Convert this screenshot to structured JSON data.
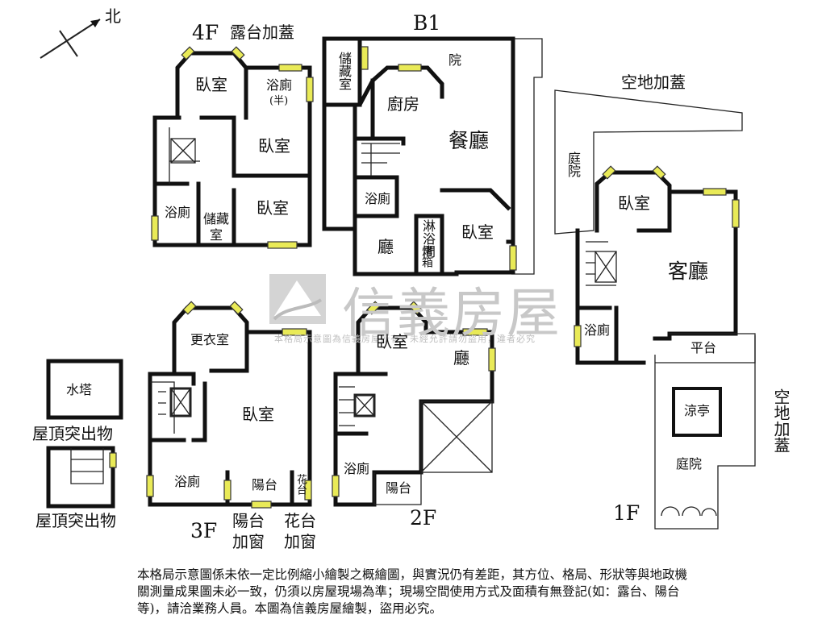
{
  "compass": {
    "label": "北"
  },
  "floors": {
    "f4": {
      "title": "4F",
      "terrace_note": "露台加蓋",
      "rooms": {
        "bed_a": "臥室",
        "bath_half": "浴廁",
        "bath_half_sub": "(半)",
        "bed_b": "臥室",
        "bath": "浴廁",
        "storage": "儲藏",
        "storage_2": "室",
        "bed_c": "臥室"
      }
    },
    "b1": {
      "title": "B1",
      "rooms": {
        "storage": "儲藏室",
        "yard": "院",
        "kitchen": "廚房",
        "dining": "餐廳",
        "bath": "浴廁",
        "shower": "淋浴間",
        "oven": "烤箱",
        "bedroom": "臥室",
        "hall": "廳"
      }
    },
    "f1": {
      "title": "1F",
      "addon_top": "空地加蓋",
      "addon_side": "空地加蓋",
      "rooms": {
        "courtyard": "庭院",
        "bedroom": "臥室",
        "living": "客廳",
        "bath": "浴廁",
        "platform": "平台",
        "pavilion": "涼亭",
        "garden": "庭院"
      }
    },
    "f3": {
      "title": "3F",
      "balcony_note_1": "陽台",
      "balcony_note_2": "加窗",
      "planter_note_1": "花台",
      "planter_note_2": "加窗",
      "rooms": {
        "closet": "更衣室",
        "bedroom": "臥室",
        "bath": "浴廁",
        "balcony": "陽台",
        "planter": "花台"
      }
    },
    "f2": {
      "title": "2F",
      "rooms": {
        "bedroom": "臥室",
        "hall": "廳",
        "bath": "浴廁",
        "balcony": "陽台"
      }
    },
    "roof": {
      "tank": "水塔",
      "caption_1": "屋頂突出物",
      "caption_2": "屋頂突出物"
    }
  },
  "watermark": {
    "brand": "信義房屋",
    "note": "本格局示意圖為信義房屋所有，未經允許請勿盜用，違者必究"
  },
  "disclaimer": "本格局示意圖係未依一定比例縮小繪製之概繪圖，與實況仍有差距，其方位、格局、形狀等與地政機關測量成果圖未必一致，仍須以房屋現場為準；現場空間使用方式及面積有無登記(如：露台、陽台等)，請洽業務人員。本圖為信義房屋繪製，盜用必究。",
  "colors": {
    "wall": "#111111",
    "window": "#e9ea57",
    "watermark": "#c8c8c8"
  }
}
